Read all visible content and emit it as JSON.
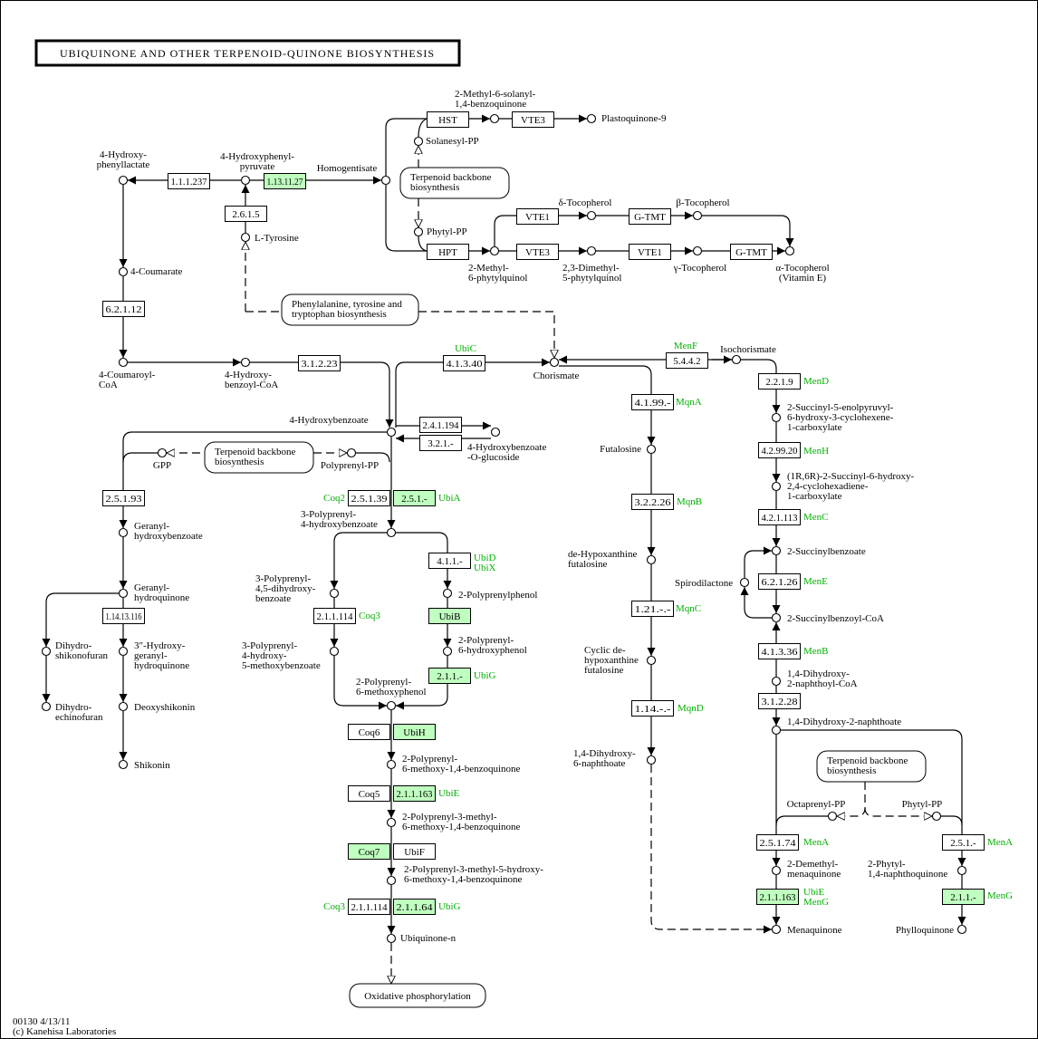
{
  "title": "UBIQUINONE AND OTHER TERPENOID-QUINONE BIOSYNTHESIS",
  "footer": {
    "id_date": "00130 4/13/11",
    "copyright": "(c) Kanehisa Laboratories"
  },
  "colors": {
    "highlight_fill": "#bfffbf",
    "gene_label": "#00b000",
    "line": "#000000"
  },
  "compounds": [
    {
      "id": "hydroxyphenyllactate",
      "lines": [
        "4-Hydroxy-",
        "phenyllactate"
      ]
    },
    {
      "id": "hydroxyphenylpyruvate",
      "lines": [
        "4-Hydroxyphenyl-",
        "pyruvate"
      ]
    },
    {
      "id": "homogentisate",
      "lines": [
        "Homogentisate"
      ]
    },
    {
      "id": "l-tyrosine",
      "lines": [
        "L-Tyrosine"
      ]
    },
    {
      "id": "coumarate",
      "lines": [
        "4-Coumarate"
      ]
    },
    {
      "id": "methyl-solanyl-benzoquinone",
      "lines": [
        "2-Methyl-6-solanyl-",
        "1,4-benzoquinone"
      ]
    },
    {
      "id": "plastoquinone",
      "lines": [
        "Plastoquinone-9"
      ]
    },
    {
      "id": "solanesyl-pp",
      "lines": [
        "Solanesyl-PP"
      ]
    },
    {
      "id": "phytyl-pp-top",
      "lines": [
        "Phytyl-PP"
      ]
    },
    {
      "id": "delta-tocopherol",
      "lines": [
        "δ-Tocopherol"
      ]
    },
    {
      "id": "beta-tocopherol",
      "lines": [
        "β-Tocopherol"
      ]
    },
    {
      "id": "methyl-phytylquinol",
      "lines": [
        "2-Methyl-",
        "6-phytylquinol"
      ]
    },
    {
      "id": "dimethyl-phytylquinol",
      "lines": [
        "2,3-Dimethyl-",
        "5-phytylquinol"
      ]
    },
    {
      "id": "gamma-tocopherol",
      "lines": [
        "γ-Tocopherol"
      ]
    },
    {
      "id": "alpha-tocopherol",
      "lines": [
        "α-Tocopherol",
        "(Vitamin E)"
      ]
    },
    {
      "id": "coumaroyl-coa",
      "lines": [
        "4-Coumaroyl-",
        "CoA"
      ]
    },
    {
      "id": "hydroxybenzoyl-coa",
      "lines": [
        "4-Hydroxy-",
        "benzoyl-CoA"
      ]
    },
    {
      "id": "chorismate",
      "lines": [
        "Chorismate"
      ]
    },
    {
      "id": "isochorismate",
      "lines": [
        "Isochorismate"
      ]
    },
    {
      "id": "hydroxybenzoate",
      "lines": [
        "4-Hydroxybenzoate"
      ]
    },
    {
      "id": "hydroxybenzoate-glucoside",
      "lines": [
        "4-Hydroxybenzoate",
        "-O-glucoside"
      ]
    },
    {
      "id": "gpp",
      "lines": [
        "GPP"
      ]
    },
    {
      "id": "polyprenyl-pp",
      "lines": [
        "Polyprenyl-PP"
      ]
    },
    {
      "id": "geranylhydroxybenzoate",
      "lines": [
        "Geranyl-",
        "hydroxybenzoate"
      ]
    },
    {
      "id": "polyprenyl-hydroxybenzoate",
      "lines": [
        "3-Polyprenyl-",
        "4-hydroxybenzoate"
      ]
    },
    {
      "id": "geranylhydroquinone",
      "lines": [
        "Geranyl-",
        "hydroquinone"
      ]
    },
    {
      "id": "polyprenyl-dihydroxybenzoate",
      "lines": [
        "3-Polyprenyl-",
        "4,5-dihydroxy-",
        "benzoate"
      ]
    },
    {
      "id": "polyprenylphenol",
      "lines": [
        "2-Polyprenylphenol"
      ]
    },
    {
      "id": "dihydroshikonofuran",
      "lines": [
        "Dihydro-",
        "shikonofuran"
      ]
    },
    {
      "id": "hydroxygeranylhydroquinone",
      "lines": [
        "3\"-Hydroxy-",
        "geranyl-",
        "hydroquinone"
      ]
    },
    {
      "id": "polyprenyl-hydroxy-methoxybenzoate",
      "lines": [
        "3-Polyprenyl-",
        "4-hydroxy-",
        "5-methoxybenzoate"
      ]
    },
    {
      "id": "polyprenyl-hydroxyphenol",
      "lines": [
        "2-Polyprenyl-",
        "6-hydroxyphenol"
      ]
    },
    {
      "id": "polyprenyl-methoxyphenol",
      "lines": [
        "2-Polyprenyl-",
        "6-methoxyphenol"
      ]
    },
    {
      "id": "dihydroechinofuran",
      "lines": [
        "Dihydro-",
        "echinofuran"
      ]
    },
    {
      "id": "deoxyshikonin",
      "lines": [
        "Deoxyshikonin"
      ]
    },
    {
      "id": "shikonin",
      "lines": [
        "Shikonin"
      ]
    },
    {
      "id": "polyprenyl-methoxy-benzoquinone",
      "lines": [
        "2-Polyprenyl-",
        "6-methoxy-1,4-benzoquinone"
      ]
    },
    {
      "id": "polyprenyl-methyl-methoxy-benzoquinone",
      "lines": [
        "2-Polyprenyl-3-methyl-",
        "6-methoxy-1,4-benzoquinone"
      ]
    },
    {
      "id": "polyprenyl-methyl-hydroxy-methoxy-benzoquinone",
      "lines": [
        "2-Polyprenyl-3-methyl-5-hydroxy-",
        "6-methoxy-1,4-benzoquinone"
      ]
    },
    {
      "id": "ubiquinone",
      "lines": [
        "Ubiquinone-n"
      ]
    },
    {
      "id": "futalosine",
      "lines": [
        "Futalosine"
      ]
    },
    {
      "id": "dehypoxanthine-futalosine",
      "lines": [
        "de-Hypoxanthine",
        "futalosine"
      ]
    },
    {
      "id": "cyclic-dehypoxanthine-futalosine",
      "lines": [
        "Cyclic de-",
        "hypoxanthine",
        "futalosine"
      ]
    },
    {
      "id": "dihydroxy-naphthoate-6",
      "lines": [
        "1,4-Dihydroxy-",
        "6-naphthoate"
      ]
    },
    {
      "id": "sephchc",
      "lines": [
        "2-Succinyl-5-enolpyruvyl-",
        "6-hydroxy-3-cyclohexene-",
        "1-carboxylate"
      ]
    },
    {
      "id": "shchc",
      "lines": [
        "(1R,6R)-2-Succinyl-6-hydroxy-",
        "2,4-cyclohexadiene-",
        "1-carboxylate"
      ]
    },
    {
      "id": "succinylbenzoate",
      "lines": [
        "2-Succinylbenzoate"
      ]
    },
    {
      "id": "spirodilactone",
      "lines": [
        "Spirodilactone"
      ]
    },
    {
      "id": "succinylbenzoyl-coa",
      "lines": [
        "2-Succinylbenzoyl-CoA"
      ]
    },
    {
      "id": "dihydroxy-naphthoyl-coa",
      "lines": [
        "1,4-Dihydroxy-",
        "2-naphthoyl-CoA"
      ]
    },
    {
      "id": "dihydroxy-naphthoate-2",
      "lines": [
        "1,4-Dihydroxy-2-naphthoate"
      ]
    },
    {
      "id": "octaprenyl-pp",
      "lines": [
        "Octaprenyl-PP"
      ]
    },
    {
      "id": "phytyl-pp-bottom",
      "lines": [
        "Phytyl-PP"
      ]
    },
    {
      "id": "demethylmenaquinone",
      "lines": [
        "2-Demethyl-",
        "menaquinone"
      ]
    },
    {
      "id": "phytyl-naphthoquinone",
      "lines": [
        "2-Phytyl-",
        "1,4-naphthoquinone"
      ]
    },
    {
      "id": "menaquinone",
      "lines": [
        "Menaquinone"
      ]
    },
    {
      "id": "phylloquinone",
      "lines": [
        "Phylloquinone"
      ]
    }
  ],
  "enzymes": [
    {
      "id": "e-1-1-1-237",
      "label": "1.1.1.237",
      "hl": false
    },
    {
      "id": "e-1-13-11-27",
      "label": "1.13.11.27",
      "hl": true
    },
    {
      "id": "e-2-6-1-5",
      "label": "2.6.1.5",
      "hl": false
    },
    {
      "id": "e-6-2-1-12",
      "label": "6.2.1.12",
      "hl": false
    },
    {
      "id": "e-hst",
      "label": "HST",
      "hl": false
    },
    {
      "id": "e-vte3-top",
      "label": "VTE3",
      "hl": false
    },
    {
      "id": "e-vte1-a",
      "label": "VTE1",
      "hl": false
    },
    {
      "id": "e-gtmt-a",
      "label": "G-TMT",
      "hl": false
    },
    {
      "id": "e-hpt",
      "label": "HPT",
      "hl": false
    },
    {
      "id": "e-vte3-b",
      "label": "VTE3",
      "hl": false
    },
    {
      "id": "e-vte1-b",
      "label": "VTE1",
      "hl": false
    },
    {
      "id": "e-gtmt-b",
      "label": "G-TMT",
      "hl": false
    },
    {
      "id": "e-3-1-2-23",
      "label": "3.1.2.23",
      "hl": false
    },
    {
      "id": "e-4-1-3-40",
      "label": "4.1.3.40",
      "hl": false
    },
    {
      "id": "e-5-4-4-2",
      "label": "5.4.4.2",
      "hl": false
    },
    {
      "id": "e-2-2-1-9",
      "label": "2.2.1.9",
      "hl": false
    },
    {
      "id": "e-4-1-99",
      "label": "4.1.99.-",
      "hl": false
    },
    {
      "id": "e-2-4-1-194",
      "label": "2.4.1.194",
      "hl": false
    },
    {
      "id": "e-3-2-1",
      "label": "3.2.1.-",
      "hl": false
    },
    {
      "id": "e-4-2-99-20",
      "label": "4.2.99.20",
      "hl": false
    },
    {
      "id": "e-2-5-1-93",
      "label": "2.5.1.93",
      "hl": false
    },
    {
      "id": "e-2-5-1-39",
      "label": "2.5.1.39",
      "hl": false
    },
    {
      "id": "e-2-5-1-ubia",
      "label": "2.5.1.-",
      "hl": true
    },
    {
      "id": "e-3-2-2-26",
      "label": "3.2.2.26",
      "hl": false
    },
    {
      "id": "e-4-2-1-113",
      "label": "4.2.1.113",
      "hl": false
    },
    {
      "id": "e-4-1-1",
      "label": "4.1.1.-",
      "hl": false
    },
    {
      "id": "e-6-2-1-26",
      "label": "6.2.1.26",
      "hl": false
    },
    {
      "id": "e-1-14-13-116",
      "label": "1.14.13.116",
      "hl": false
    },
    {
      "id": "e-2-1-1-114-a",
      "label": "2.1.1.114",
      "hl": false
    },
    {
      "id": "e-ubib",
      "label": "UbiB",
      "hl": true
    },
    {
      "id": "e-1-21",
      "label": "1.21.-.-",
      "hl": false
    },
    {
      "id": "e-4-1-3-36",
      "label": "4.1.3.36",
      "hl": false
    },
    {
      "id": "e-2-1-1-ubig",
      "label": "2.1.1.-",
      "hl": true
    },
    {
      "id": "e-3-1-2-28",
      "label": "3.1.2.28",
      "hl": false
    },
    {
      "id": "e-1-14",
      "label": "1.14.-.-",
      "hl": false
    },
    {
      "id": "e-coq6",
      "label": "Coq6",
      "hl": false
    },
    {
      "id": "e-ubih",
      "label": "UbiH",
      "hl": true
    },
    {
      "id": "e-coq5",
      "label": "Coq5",
      "hl": false
    },
    {
      "id": "e-2-1-1-163-a",
      "label": "2.1.1.163",
      "hl": true
    },
    {
      "id": "e-coq7",
      "label": "Coq7",
      "hl": true
    },
    {
      "id": "e-ubif",
      "label": "UbiF",
      "hl": false
    },
    {
      "id": "e-2-5-1-74",
      "label": "2.5.1.74",
      "hl": false
    },
    {
      "id": "e-2-5-1-mena",
      "label": "2.5.1.-",
      "hl": false
    },
    {
      "id": "e-2-1-1-114-b",
      "label": "2.1.1.114",
      "hl": false
    },
    {
      "id": "e-2-1-1-64",
      "label": "2.1.1.64",
      "hl": true
    },
    {
      "id": "e-2-1-1-163-b",
      "label": "2.1.1.163",
      "hl": true
    },
    {
      "id": "e-2-1-1-meng",
      "label": "2.1.1.-",
      "hl": true
    }
  ],
  "gene_labels": [
    {
      "id": "g-ubic",
      "lines": [
        "UbiC"
      ]
    },
    {
      "id": "g-menf",
      "lines": [
        "MenF"
      ]
    },
    {
      "id": "g-mend",
      "lines": [
        "MenD"
      ]
    },
    {
      "id": "g-mqna",
      "lines": [
        "MqnA"
      ]
    },
    {
      "id": "g-menh",
      "lines": [
        "MenH"
      ]
    },
    {
      "id": "g-coq2",
      "lines": [
        "Coq2"
      ]
    },
    {
      "id": "g-ubia",
      "lines": [
        "UbiA"
      ]
    },
    {
      "id": "g-mqnb",
      "lines": [
        "MqnB"
      ]
    },
    {
      "id": "g-menc",
      "lines": [
        "MenC"
      ]
    },
    {
      "id": "g-ubid",
      "lines": [
        "UbiD",
        "UbiX"
      ]
    },
    {
      "id": "g-mene",
      "lines": [
        "MenE"
      ]
    },
    {
      "id": "g-coq3-a",
      "lines": [
        "Coq3"
      ]
    },
    {
      "id": "g-mqnc",
      "lines": [
        "MqnC"
      ]
    },
    {
      "id": "g-menb",
      "lines": [
        "MenB"
      ]
    },
    {
      "id": "g-ubig-a",
      "lines": [
        "UbiG"
      ]
    },
    {
      "id": "g-mqnd",
      "lines": [
        "MqnD"
      ]
    },
    {
      "id": "g-ubie-a",
      "lines": [
        "UbiE"
      ]
    },
    {
      "id": "g-mena-a",
      "lines": [
        "MenA"
      ]
    },
    {
      "id": "g-mena-b",
      "lines": [
        "MenA"
      ]
    },
    {
      "id": "g-coq3-b",
      "lines": [
        "Coq3"
      ]
    },
    {
      "id": "g-ubig-b",
      "lines": [
        "UbiG"
      ]
    },
    {
      "id": "g-ubie-meng",
      "lines": [
        "UbiE",
        "MenG"
      ]
    },
    {
      "id": "g-meng",
      "lines": [
        "MenG"
      ]
    }
  ],
  "maps": [
    {
      "id": "map-terpenoid-top",
      "lines": [
        "Terpenoid backbone",
        "biosynthesis"
      ]
    },
    {
      "id": "map-phe-tyr-trp",
      "lines": [
        "Phenylalanine, tyrosine and",
        "tryptophan biosynthesis"
      ]
    },
    {
      "id": "map-terpenoid-mid",
      "lines": [
        "Terpenoid backbone",
        "biosynthesis"
      ]
    },
    {
      "id": "map-terpenoid-right",
      "lines": [
        "Terpenoid backbone",
        "biosynthesis"
      ]
    },
    {
      "id": "map-oxphos",
      "lines": [
        "Oxidative phosphorylation"
      ]
    }
  ]
}
